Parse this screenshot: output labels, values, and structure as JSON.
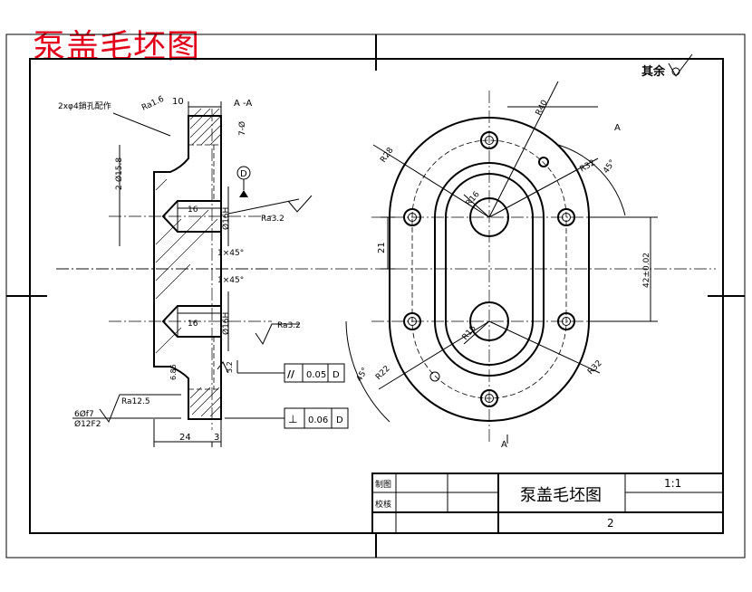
{
  "header": {
    "title": "泵盖毛坯图"
  },
  "general_roughness": {
    "label": "其余"
  },
  "section_view": {
    "section_label": "A -A",
    "hole_note": "2xφ4銷孔配作",
    "roughness_top": "Ra1.6",
    "roughness_mid": "Ra3.2",
    "roughness_low": "Ra3.2",
    "roughness_bottom": "Ra12.5",
    "datum": "D",
    "dims": {
      "width_top": "10",
      "d_top": "7-Ø",
      "d_left": "2-Ø15.8",
      "bore_depth_1": "16",
      "bore_depth_2": "16",
      "bore_dia_1": "Ø16H",
      "bore_dia_2": "Ø16H",
      "chamfer_1": "1×45°",
      "chamfer_2": "1×45°",
      "side_dim": "6.85",
      "small_dim": "3.2",
      "fit_1": "6Øf7",
      "fit_2": "Ø12F2",
      "bottom_1": "24",
      "bottom_2": "3"
    },
    "tolerances": {
      "parallel_symbol": "//",
      "parallel_value": "0.05",
      "parallel_datum": "D",
      "perp_symbol": "⊥",
      "perp_value": "0.06",
      "perp_datum": "D"
    }
  },
  "front_view": {
    "section_mark_top": "A",
    "section_mark_bottom": "A",
    "dims": {
      "r40": "R40",
      "r28": "R28",
      "r32_top": "R32",
      "r32_bottom": "R32",
      "r22": "R22",
      "r16_top": "R16",
      "r16_bottom": "R16",
      "angle_top": "45°",
      "angle_bottom": "45°",
      "vertical_21": "21",
      "center_distance": "42±0.02"
    }
  },
  "title_block": {
    "drawn_by": "制图",
    "checked_by": "校核",
    "part_name": "泵盖毛坯图",
    "scale": "1:1",
    "sheet": "2"
  }
}
